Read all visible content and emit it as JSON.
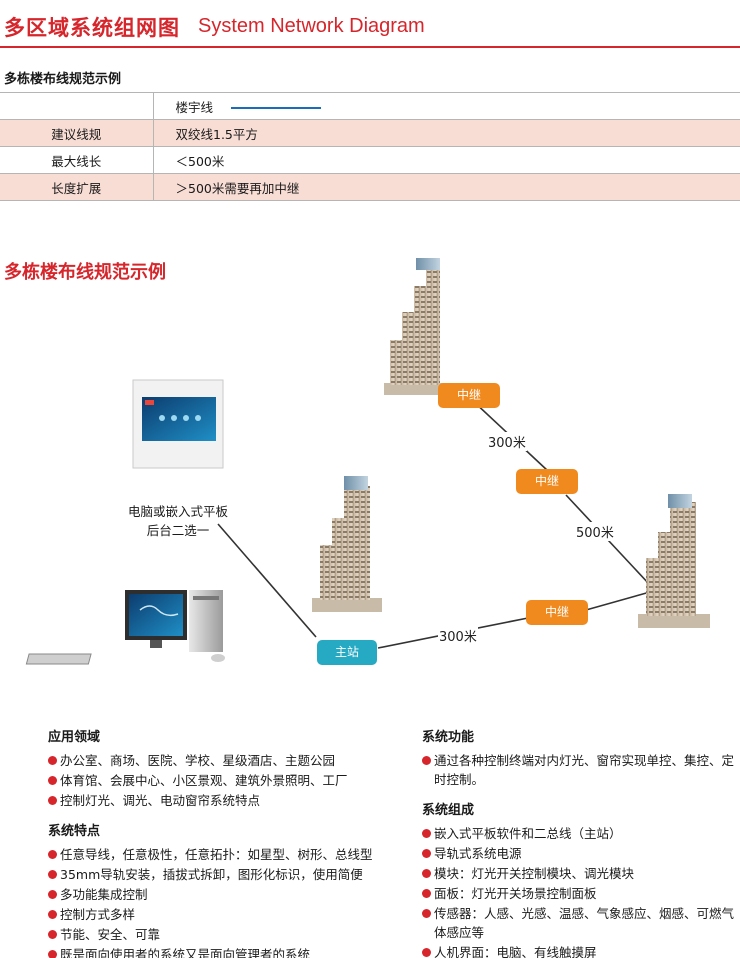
{
  "header": {
    "title": "多区域系统组网图",
    "subtitle_en": "System Network Diagram"
  },
  "spec": {
    "title": "多栋楼布线规范示例",
    "legend_label": "楼宇线",
    "rows": [
      {
        "label": "建议线规",
        "value": "双绞线1.5平方"
      },
      {
        "label": "最大线长",
        "value": "＜500米"
      },
      {
        "label": "长度扩展",
        "value": "＞500米需要再加中继"
      }
    ]
  },
  "diagram": {
    "title": "多栋楼布线规范示例",
    "device_label_line1": "电脑或嵌入式平板",
    "device_label_line2": "后台二选一",
    "main_station": "主站",
    "relay": "中继",
    "dist_top": "300米",
    "dist_right": "500米",
    "dist_bottom": "300米"
  },
  "colors": {
    "accent": "#d6262c",
    "relay": "#f08a1e",
    "main": "#26a9c3",
    "building_line": "#1c6db7"
  },
  "left_col": {
    "sections": [
      {
        "title": "应用领域",
        "items": [
          "办公室、商场、医院、学校、星级酒店、主题公园",
          "体育馆、会展中心、小区景观、建筑外景照明、工厂",
          "控制灯光、调光、电动窗帘系统特点"
        ]
      },
      {
        "title": "系统特点",
        "items": [
          "任意导线，任意极性，任意拓扑：如星型、树形、总线型",
          "35mm导轨安装，插拔式拆卸，图形化标识，使用简便",
          "多功能集成控制",
          "控制方式多样",
          "节能、安全、可靠",
          "既是面向使用者的系统又是面向管理者的系统"
        ]
      }
    ]
  },
  "right_col": {
    "sections": [
      {
        "title": "系统功能",
        "items": [
          "通过各种控制终端对内灯光、窗帘实现单控、集控、定时控制。"
        ]
      },
      {
        "title": "系统组成",
        "items": [
          "嵌入式平板软件和二总线（主站）",
          "导轨式系统电源",
          "模块：灯光开关控制模块、调光模块",
          "面板：灯光开关场景控制面板",
          "传感器：人感、光感、温感、气象感应、烟感、可燃气体感应等",
          "人机界面：电脑、有线触摸屏"
        ]
      }
    ]
  }
}
